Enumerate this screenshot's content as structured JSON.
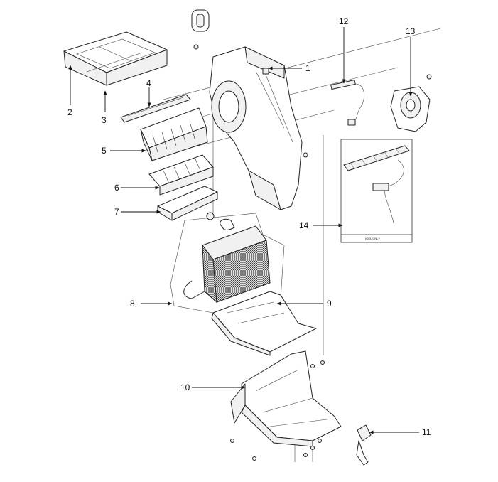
{
  "callouts": [
    {
      "id": "1",
      "text": "1"
    },
    {
      "id": "2",
      "text": "2"
    },
    {
      "id": "3",
      "text": "3"
    },
    {
      "id": "4",
      "text": "4"
    },
    {
      "id": "5",
      "text": "5"
    },
    {
      "id": "6",
      "text": "6"
    },
    {
      "id": "7",
      "text": "7"
    },
    {
      "id": "8",
      "text": "8"
    },
    {
      "id": "9",
      "text": "9"
    },
    {
      "id": "10",
      "text": "10"
    },
    {
      "id": "11",
      "text": "11"
    },
    {
      "id": "12",
      "text": "12"
    },
    {
      "id": "13",
      "text": "13"
    },
    {
      "id": "14",
      "text": "14"
    }
  ],
  "inset_note": "(OEL ONLY"
}
